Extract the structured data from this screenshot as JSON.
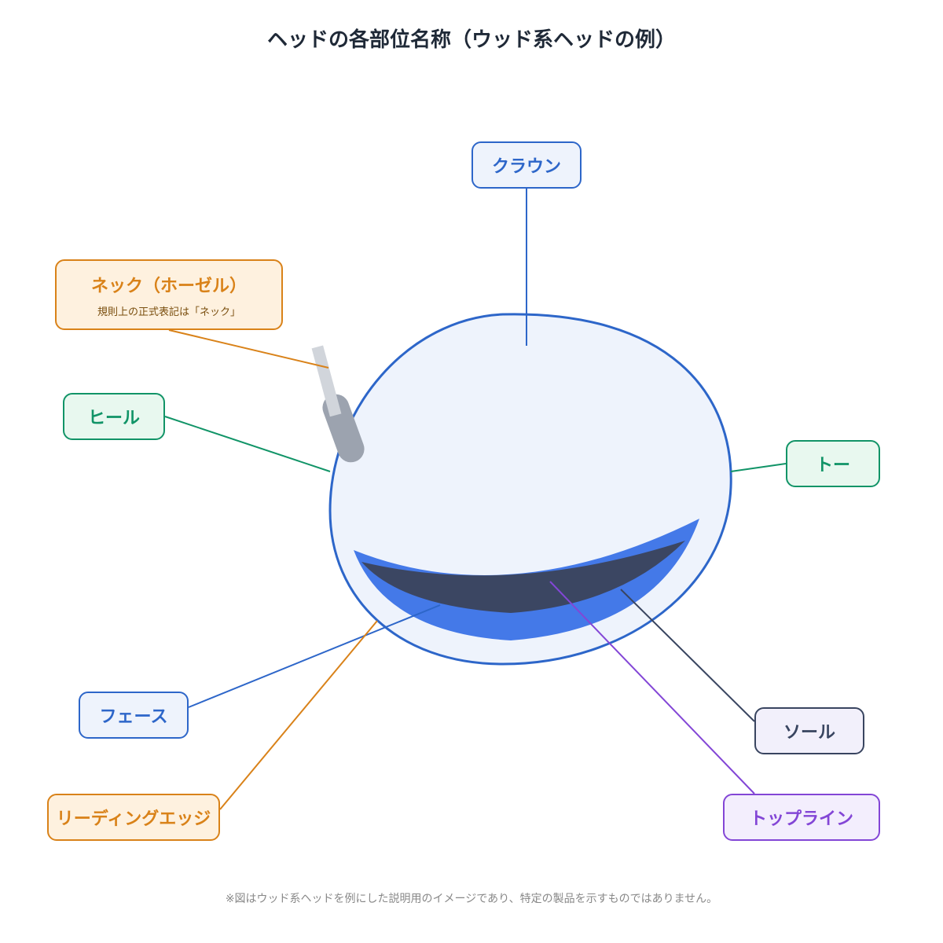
{
  "title": "ヘッドの各部位名称（ウッド系ヘッドの例）",
  "labels": {
    "crown": "クラウン",
    "neck": "ネック（ホーゼル）",
    "neck_note": "規則上の正式表記は「ネック」",
    "heel": "ヒール",
    "toe": "トー",
    "face": "フェース",
    "leading_edge": "リーディングエッジ",
    "sole": "ソール",
    "top_line": "トップライン"
  },
  "footnote": "※図はウッド系ヘッドを例にした説明用のイメージであり、特定の製品を示すものではありません。",
  "colors": {
    "blue": "#2d66c9",
    "orange": "#d98219",
    "green": "#119467",
    "slate": "#394560",
    "purple": "#8346d6",
    "face_fill": "#4479e8",
    "head_fill": "#eef3fc",
    "hosel_dark": "#9ca3af",
    "hosel_light": "#d1d5db"
  }
}
